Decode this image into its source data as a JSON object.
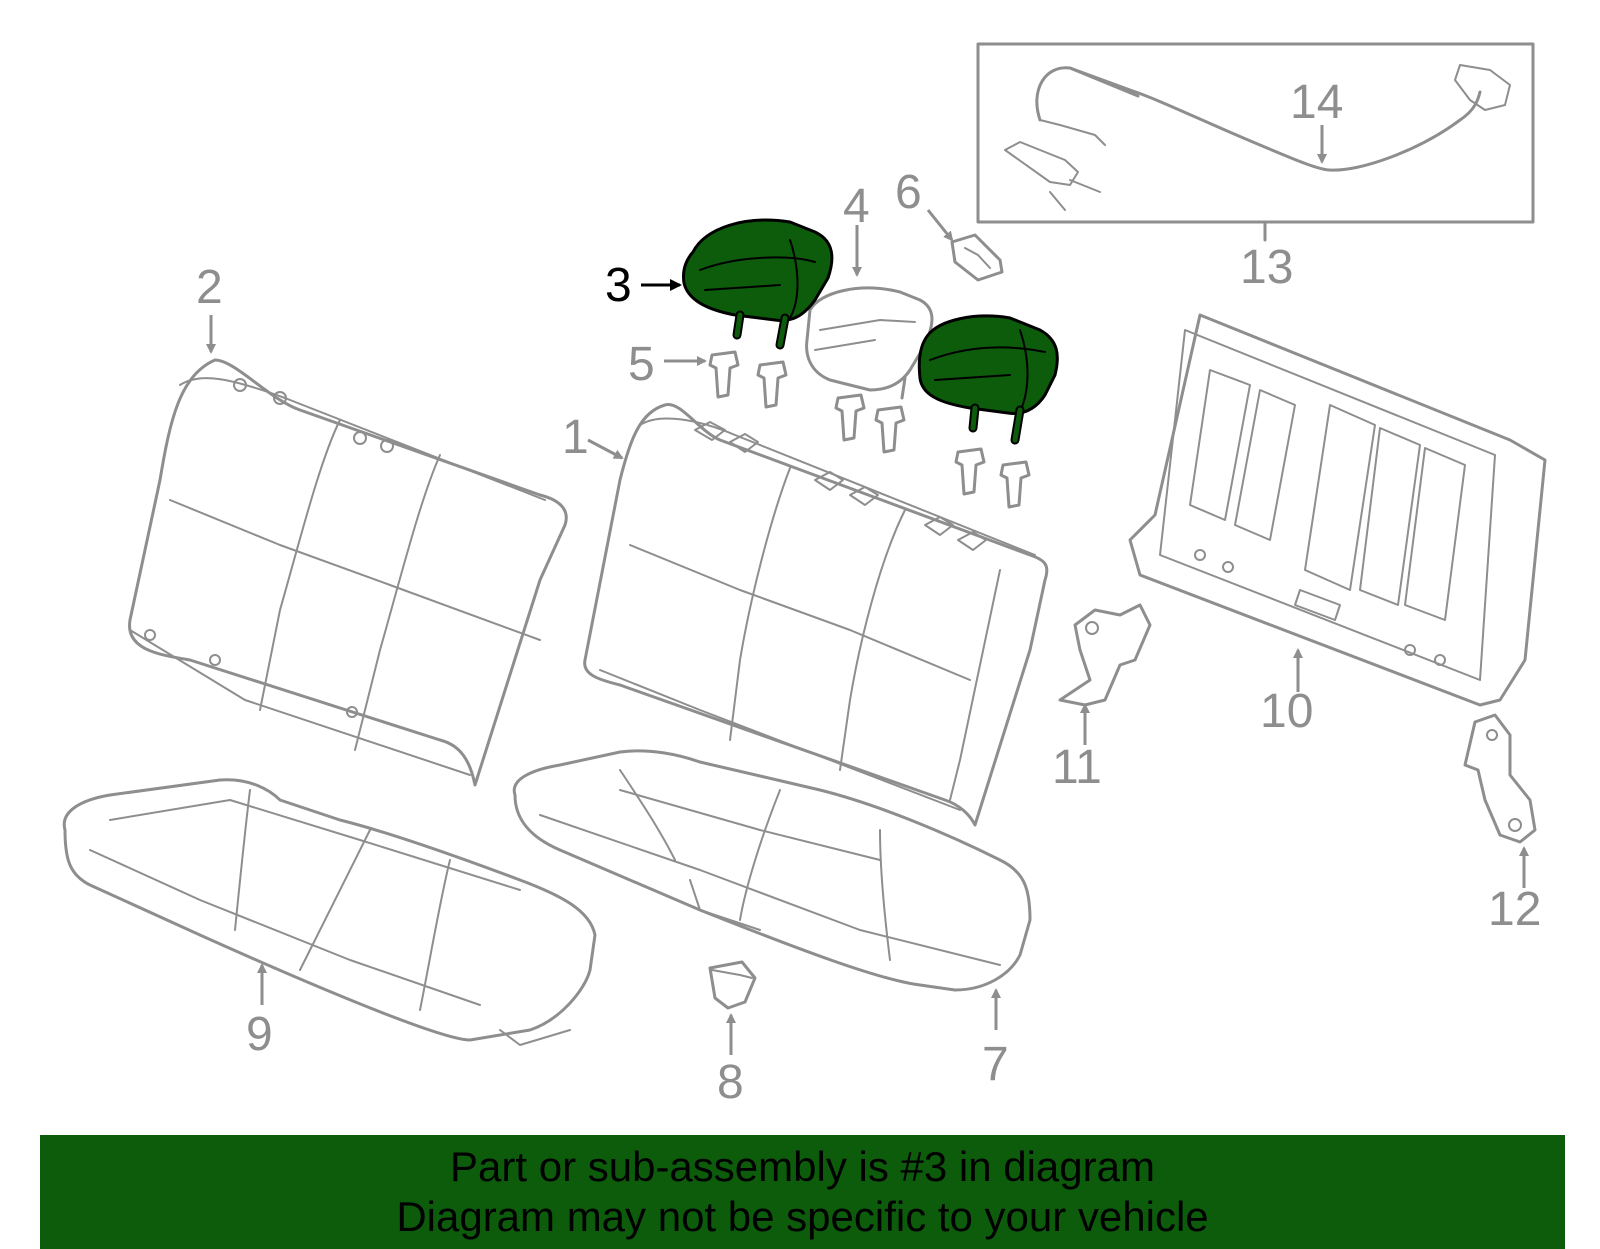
{
  "colors": {
    "highlight": "#0c5c0c",
    "outline": "#8e8e8e",
    "banner_bg": "#0c5c0c"
  },
  "callouts": {
    "c1": "1",
    "c2": "2",
    "c3": "3",
    "c4": "4",
    "c5": "5",
    "c6": "6",
    "c7": "7",
    "c8": "8",
    "c9": "9",
    "c10": "10",
    "c11": "11",
    "c12": "12",
    "c13": "13",
    "c14": "14"
  },
  "highlighted_part": "3",
  "banner": {
    "line1": "Part or sub-assembly is #3 in diagram",
    "line2": "Diagram may not be specific to your vehicle"
  }
}
